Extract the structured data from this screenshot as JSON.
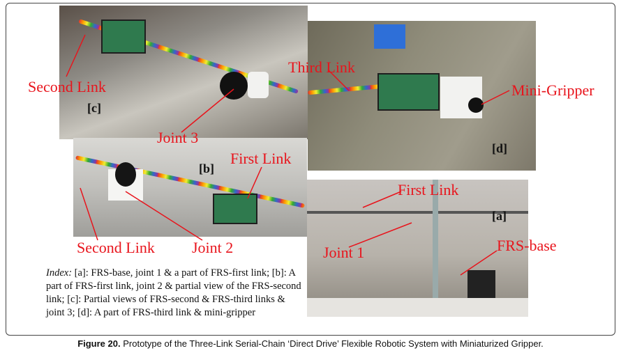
{
  "labels": {
    "second_link_c": "Second Link",
    "panel_c": "[c]",
    "joint3": "Joint 3",
    "third_link": "Third Link",
    "mini_gripper": "Mini-Gripper",
    "panel_d": "[d]",
    "panel_b": "[b]",
    "first_link_b": "First Link",
    "first_link_a": "First Link",
    "panel_a": "[a]",
    "second_link_b": "Second Link",
    "joint2": "Joint 2",
    "joint1": "Joint 1",
    "frs_base": "FRS-base"
  },
  "index": {
    "prefix": "Index:",
    "text": " [a]: FRS-base, joint 1 & a part of FRS-first link; [b]: A part of FRS-first link, joint 2 & partial view of the FRS-second link; [c]: Partial views of FRS-second & FRS-third links & joint 3; [d]: A part of FRS-third link & mini-gripper"
  },
  "caption": {
    "label": "Figure 20.",
    "text": " Prototype of the Three-Link Serial-Chain ‘Direct Drive’ Flexible Robotic System with Miniaturized Gripper."
  },
  "colors": {
    "label_red": "#e8141c"
  }
}
